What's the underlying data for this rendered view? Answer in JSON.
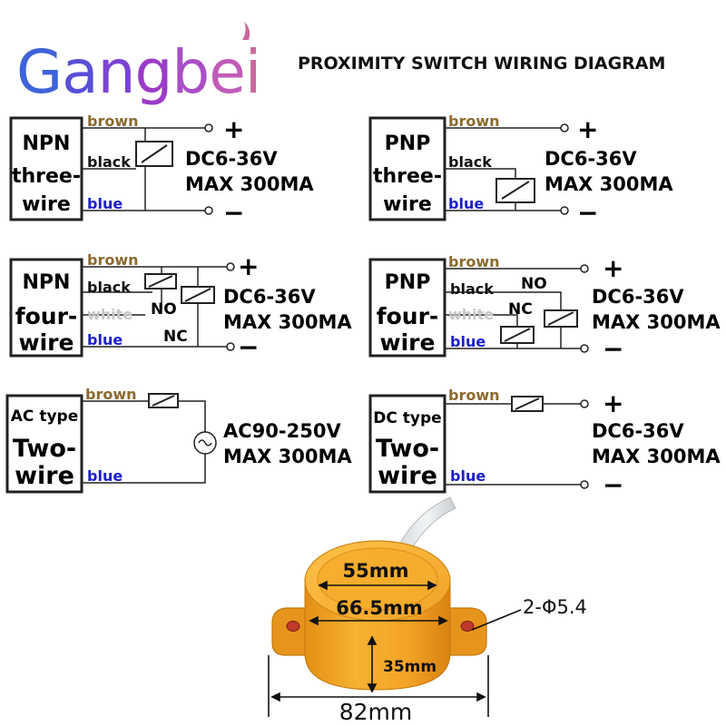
{
  "brand": {
    "letters": [
      "G",
      "a",
      "n",
      "g",
      "b",
      "e",
      "i"
    ],
    "colors": [
      "#3f63d8",
      "#5a4fd6",
      "#7b44d3",
      "#9a3cc7",
      "#a94fc6",
      "#c05bb8",
      "#c96a9d"
    ]
  },
  "title": "PROXIMITY SWITCH WIRING DIAGRAM",
  "wire_colors": {
    "brown": "#8b6a2e",
    "black": "#111111",
    "blue": "#1b20c8",
    "white": "#c8c8c8"
  },
  "panels": [
    {
      "id": "npn3",
      "type_lines": [
        "NPN",
        "three-",
        "wire"
      ],
      "wires": {
        "brown": "brown",
        "black": "black",
        "blue": "blue"
      },
      "rating": [
        "DC6-36V",
        "MAX 300MA"
      ],
      "plus": "+",
      "minus": "−"
    },
    {
      "id": "pnp3",
      "type_lines": [
        "PNP",
        "three-",
        "wire"
      ],
      "wires": {
        "brown": "brown",
        "black": "black",
        "blue": "blue"
      },
      "rating": [
        "DC6-36V",
        "MAX 300MA"
      ],
      "plus": "+",
      "minus": "−"
    },
    {
      "id": "npn4",
      "type_lines": [
        "NPN",
        "four-",
        "wire"
      ],
      "wires": {
        "brown": "brown",
        "black": "black",
        "white": "white",
        "blue": "blue"
      },
      "no": "NO",
      "nc": "NC",
      "rating": [
        "DC6-36V",
        "MAX 300MA"
      ],
      "plus": "+",
      "minus": "−"
    },
    {
      "id": "pnp4",
      "type_lines": [
        "PNP",
        "four-",
        "wire"
      ],
      "wires": {
        "brown": "brown",
        "black": "black",
        "white": "white",
        "blue": "blue"
      },
      "no": "NO",
      "nc": "NC",
      "rating": [
        "DC6-36V",
        "MAX 300MA"
      ],
      "plus": "+",
      "minus": "−"
    },
    {
      "id": "ac2",
      "type_lines": [
        "AC type",
        "Two-",
        "wire"
      ],
      "wires": {
        "brown": "brown",
        "blue": "blue"
      },
      "rating": [
        "AC90-250V",
        "MAX 300MA"
      ]
    },
    {
      "id": "dc2",
      "type_lines": [
        "DC type",
        "Two-",
        "wire"
      ],
      "wires": {
        "brown": "brown",
        "blue": "blue"
      },
      "rating": [
        "DC6-36V",
        "MAX 300MA"
      ],
      "plus": "+",
      "minus": "−"
    }
  ],
  "product": {
    "dim_inner": "55mm",
    "dim_outer": "66.5mm",
    "dim_height": "35mm",
    "dim_width": "82mm",
    "holes": "2-Φ5.4",
    "body_color": "#f0a428",
    "body_dark": "#d98c16"
  }
}
